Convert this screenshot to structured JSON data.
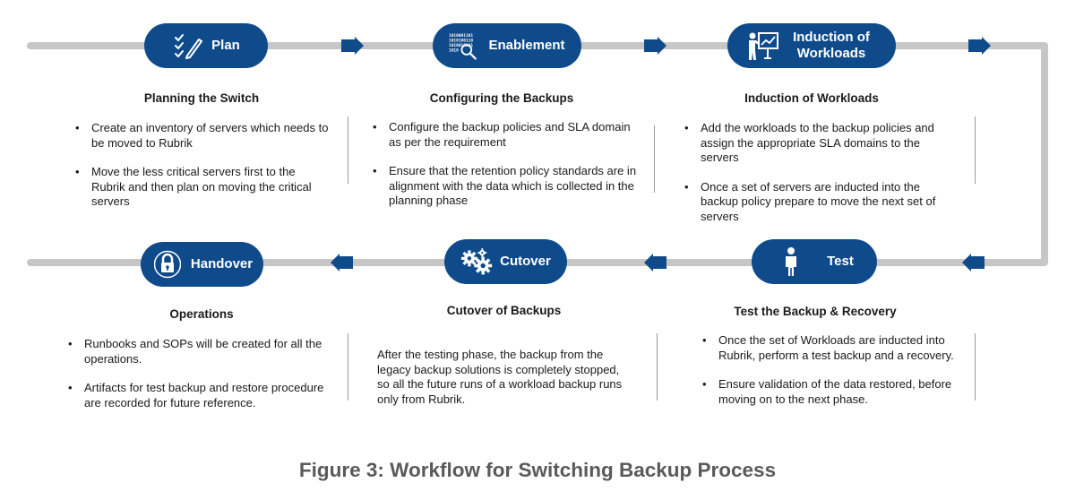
{
  "colors": {
    "pill": "#0f4a8a",
    "track": "#c6c6c6",
    "arrow": "#0f4a8a",
    "caption": "#5a5a5a"
  },
  "steps": [
    {
      "pill_label": "Plan",
      "icon": "checklist-pencil-icon",
      "title": "Planning the Switch",
      "bullets": [
        "Create an inventory of servers which needs to be moved to Rubrik",
        " Move the less critical servers first to the Rubrik and then plan on moving the critical servers"
      ]
    },
    {
      "pill_label": "Enablement",
      "icon": "binary-magnifier-icon",
      "title": "Configuring the Backups",
      "bullets": [
        "Configure the backup policies and SLA domain as per the requirement",
        "Ensure that the retention policy standards are in alignment with the data which is collected in the planning phase"
      ]
    },
    {
      "pill_label": "Induction of Workloads",
      "icon": "presenter-board-icon",
      "title": "Induction of Workloads",
      "bullets": [
        "Add the workloads to the backup policies and assign the appropriate SLA domains to the servers",
        "Once a set of servers are inducted into the backup policy prepare to move the next set of servers"
      ]
    },
    {
      "pill_label": "Test",
      "icon": "person-tester-icon",
      "title": "Test the Backup & Recovery",
      "bullets": [
        "Once the set of Workloads are inducted into Rubrik, perform a test backup and a recovery.",
        "Ensure validation of the data restored, before moving on to the next phase."
      ]
    },
    {
      "pill_label": "Cutover",
      "icon": "gears-icon",
      "title": "Cutover of Backups",
      "paragraph": "After the testing phase, the backup from the legacy backup solutions is completely stopped, so all the future runs of a workload backup runs only from Rubrik."
    },
    {
      "pill_label": "Handover",
      "icon": "padlock-icon",
      "title": "Operations",
      "bullets": [
        "Runbooks and SOPs will be created for all the operations.",
        "Artifacts for test backup and restore procedure are recorded for future reference."
      ]
    }
  ],
  "caption": "Figure 3: Workflow for Switching Backup Process"
}
